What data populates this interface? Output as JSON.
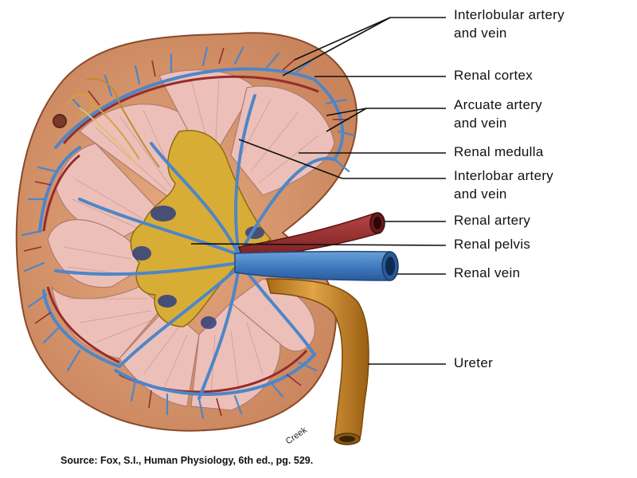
{
  "labels": {
    "interlobular_line1": "Interlobular artery",
    "interlobular_line2": "and vein",
    "renal_cortex": "Renal cortex",
    "arcuate_line1": "Arcuate artery",
    "arcuate_line2": "and vein",
    "renal_medulla": "Renal medulla",
    "interlobar_line1": "Interlobar artery",
    "interlobar_line2": "and vein",
    "renal_artery": "Renal artery",
    "renal_pelvis": "Renal pelvis",
    "renal_vein": "Renal vein",
    "ureter": "Ureter"
  },
  "artist_signature": "Creek",
  "source": "Source: Fox, S.I., Human Physiology, 6th ed., pg. 529.",
  "colors": {
    "cortex": "#d99a72",
    "medulla": "#ecc0b8",
    "pelvis": "#d8ad36",
    "vein": "#4d86c9",
    "artery": "#962c2c",
    "ureter": "#c98a2a"
  }
}
